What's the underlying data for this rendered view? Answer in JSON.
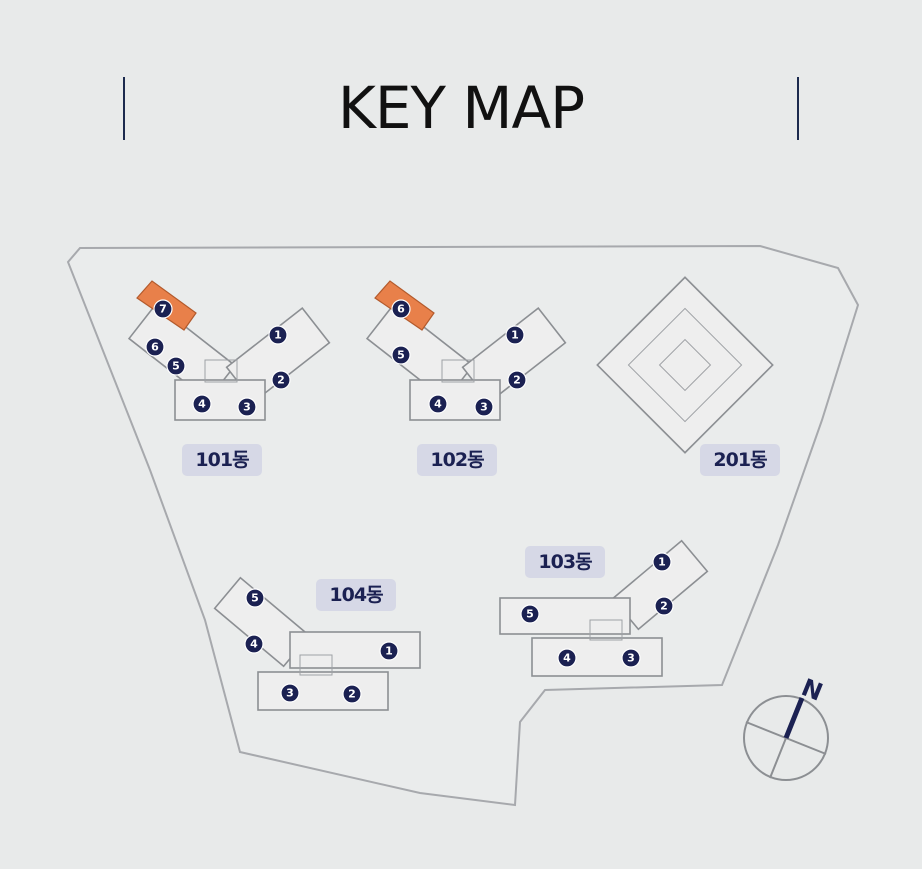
{
  "title": "KEY MAP",
  "colors": {
    "background": "#e8eaea",
    "marker": "#1b2152",
    "highlight": "#e8804a",
    "label_bg": "#d6d8e6"
  },
  "buildings": {
    "b101": {
      "label": "101동",
      "units": [
        "7",
        "1",
        "6",
        "5",
        "2",
        "4",
        "3"
      ],
      "highlighted_unit": "7"
    },
    "b102": {
      "label": "102동",
      "units": [
        "6",
        "1",
        "5",
        "2",
        "4",
        "3"
      ],
      "highlighted_unit": "6"
    },
    "b201": {
      "label": "201동"
    },
    "b104": {
      "label": "104동",
      "units": [
        "5",
        "4",
        "1",
        "3",
        "2"
      ]
    },
    "b103": {
      "label": "103동",
      "units": [
        "1",
        "2",
        "5",
        "4",
        "3"
      ]
    }
  },
  "compass": {
    "north_label": "N"
  }
}
